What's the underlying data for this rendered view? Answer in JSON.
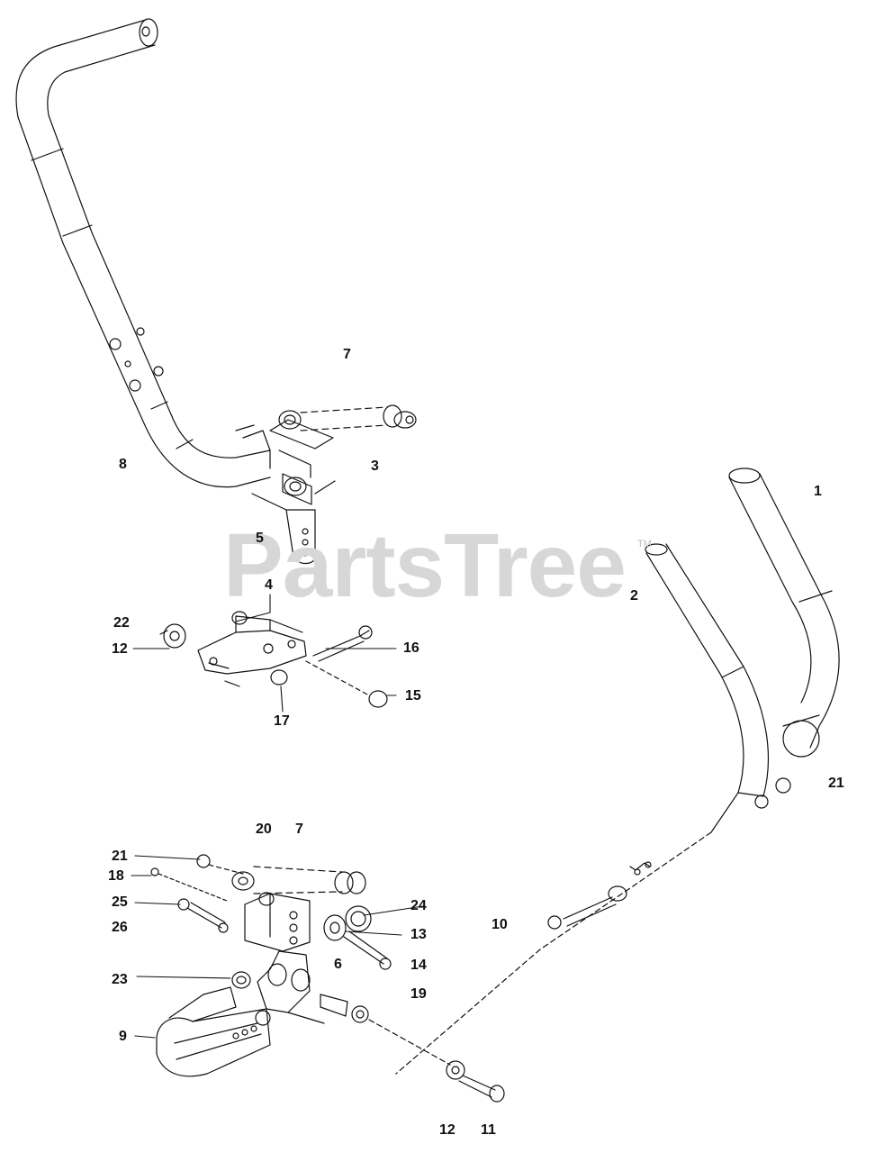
{
  "watermark": {
    "text": "PartsTree",
    "trademark": "TM"
  },
  "callouts": [
    "7",
    "8",
    "3",
    "1",
    "5",
    "2",
    "4",
    "22",
    "12",
    "16",
    "15",
    "17",
    "21",
    "20",
    "7",
    "21",
    "18",
    "24",
    "25",
    "26",
    "13",
    "10",
    "6",
    "14",
    "23",
    "19",
    "9",
    "12",
    "11"
  ],
  "colors": {
    "line": "#111111",
    "watermark": "#d7d7d7",
    "background": "#ffffff"
  }
}
